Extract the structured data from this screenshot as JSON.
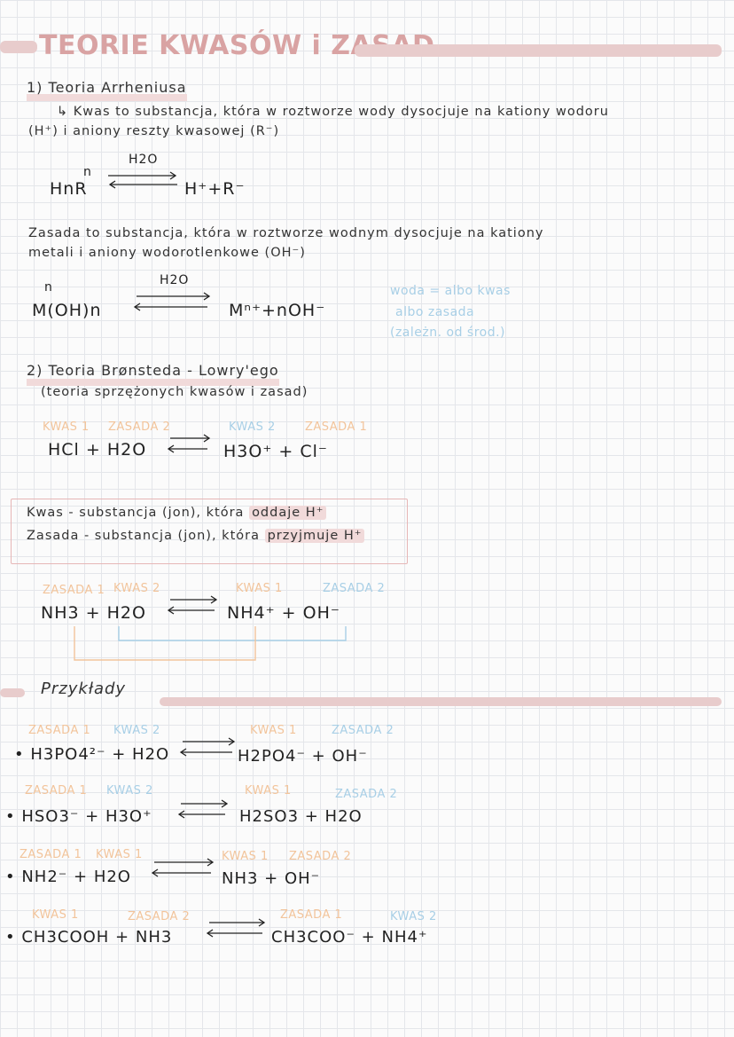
{
  "title": "TEORIE KWASÓW i ZASAD",
  "arrhenius": {
    "heading": "1) Teoria Arrheniusa",
    "acid_def_1": "↳ Kwas to substancja, która w roztworze wody dysocjuje na kationy wodoru",
    "acid_def_2": "(H⁺) i aniony reszty kwasowej (R⁻)",
    "eq1_superscript": "n",
    "eq1_left": "HnR",
    "eq1_condition": "H2O",
    "eq1_right": "H⁺+R⁻",
    "base_def_1": "Zasada to substancja, która w roztworze wodnym dysocjuje na kationy",
    "base_def_2": "metali i aniony wodorotlenkowe (OH⁻)",
    "eq2_superscript": "n",
    "eq2_left": "M(OH)n",
    "eq2_condition": "H2O",
    "eq2_right": "Mⁿ⁺+nOH⁻",
    "note_1": "woda = albo kwas",
    "note_2": "albo zasada",
    "note_3": "(zależn. od środ.)"
  },
  "bronsted": {
    "heading": "2) Teoria Brønsteda - Lowry'ego",
    "subheading": "(teoria sprzężonych kwasów i zasad)",
    "labels1": [
      "KWAS 1",
      "ZASADA 2",
      "KWAS 2",
      "ZASADA 1"
    ],
    "eq_left": "HCl + H2O",
    "eq_right": "H3O⁺ + Cl⁻",
    "def_acid_pre": "Kwas - substancja (jon), która",
    "def_acid_hl": "oddaje H⁺",
    "def_base_pre": "Zasada - substancja (jon), która",
    "def_base_hl": "przyjmuje H⁺",
    "labels2": [
      "ZASADA 1",
      "KWAS 2",
      "KWAS 1",
      "ZASADA 2"
    ],
    "eq2_left": "NH3 + H2O",
    "eq2_right": "NH4⁺ + OH⁻"
  },
  "examples": {
    "heading": "Przykłady",
    "items": [
      {
        "labels": [
          "ZASADA 1",
          "KWAS 2",
          "KWAS 1",
          "ZASADA 2"
        ],
        "left": "• H3PO4²⁻ + H2O",
        "right": "H2PO4⁻ + OH⁻"
      },
      {
        "labels": [
          "ZASADA 1",
          "KWAS 2",
          "KWAS 1",
          "ZASADA 2"
        ],
        "left": "• HSO3⁻ + H3O⁺",
        "right": "H2SO3 + H2O"
      },
      {
        "labels": [
          "ZASADA 1",
          "KWAS 1",
          "KWAS 1",
          "ZASADA 2"
        ],
        "left": "• NH2⁻ + H2O",
        "right": "NH3 + OH⁻"
      },
      {
        "labels": [
          "KWAS 1",
          "ZASADA 2",
          "ZASADA 1",
          "KWAS 2"
        ],
        "left": "• CH3COOH + NH3",
        "right": "CH3COO⁻ + NH4⁺"
      }
    ]
  },
  "colors": {
    "title": "#d9a3a3",
    "orange": "#f2c49b",
    "blue": "#a8cfe6",
    "pink_highlight": "#f1dada"
  }
}
